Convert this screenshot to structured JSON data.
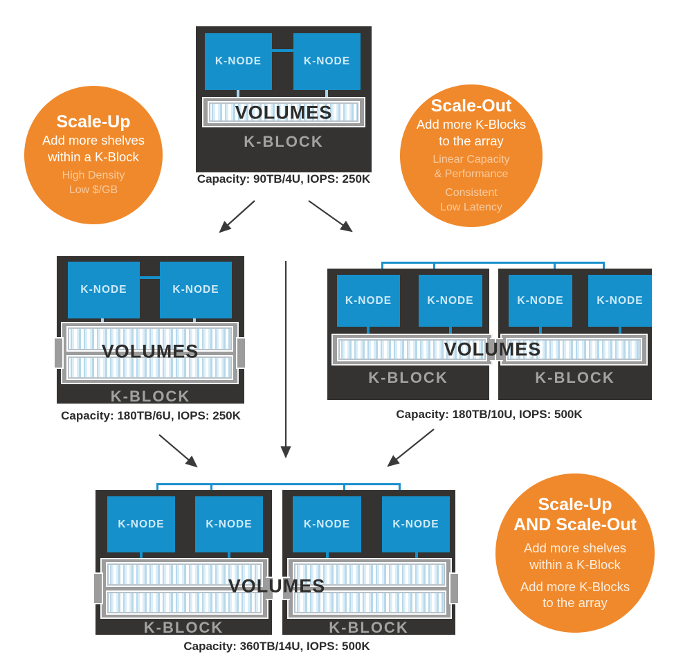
{
  "labels": {
    "k_node": "K-NODE",
    "k_block": "K-BLOCK",
    "volumes": "VOLUMES"
  },
  "captions": {
    "top": "Capacity: 90TB/4U, IOPS: 250K",
    "mid_left": "Capacity: 180TB/6U, IOPS: 250K",
    "mid_right": "Capacity: 180TB/10U, IOPS: 500K",
    "bottom": "Capacity: 360TB/14U, IOPS: 500K"
  },
  "bubbles": {
    "scale_up": {
      "title": "Scale-Up",
      "line1": "Add more shelves",
      "line2": "within a K-Block",
      "sub1": "High Density",
      "sub2": "Low $/GB"
    },
    "scale_out": {
      "title": "Scale-Out",
      "line1": "Add more K-Blocks",
      "line2": "to the array",
      "sub1": "Linear Capacity",
      "sub2": "& Performance",
      "sub3": "Consistent",
      "sub4": "Low Latency"
    },
    "scale_both": {
      "title1": "Scale-Up",
      "title2": "AND Scale-Out",
      "line1": "Add more shelves",
      "line2": "within a K-Block",
      "line3": "Add more K-Blocks",
      "line4": "to the array"
    }
  },
  "colors": {
    "blue": "#1590cb",
    "orange": "#f0892b",
    "dark": "#343331",
    "shelf_gray": "#9c9c9c"
  }
}
